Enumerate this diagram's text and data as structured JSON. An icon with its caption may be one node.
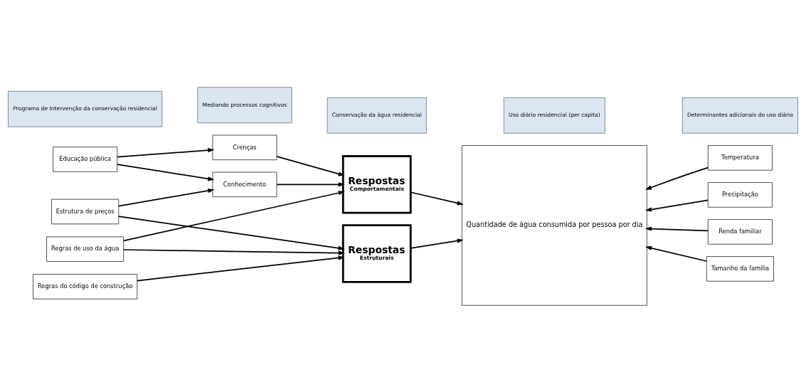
{
  "diagram": {
    "nodes": [
      {
        "text": [
          "Programa de Intervenção da conservação residencial"
        ]
      },
      {
        "text": [
          "Mediando processos cognitivos"
        ]
      },
      {
        "text": [
          "Conservação da água residencial"
        ]
      },
      {
        "text": [
          "Uso diário residencial (per capita)"
        ]
      },
      {
        "text": [
          "Determinantes adicionais do uso diário"
        ]
      },
      {
        "text": [
          "Educação pública"
        ]
      },
      {
        "text": [
          "Estrutura de preços"
        ]
      },
      {
        "text": [
          "Regras de uso da água"
        ]
      },
      {
        "text": [
          "Regras do código de construção"
        ]
      },
      {
        "text": [
          "Crenças"
        ]
      },
      {
        "text": [
          "Conhecimento"
        ]
      },
      {
        "text": [
          "Respostas",
          "Comportamentais"
        ]
      },
      {
        "text": [
          "Respostas",
          "Estruturais"
        ]
      },
      {
        "text": [
          "Quantidade de água consumida por pessoa por dia"
        ]
      },
      {
        "text": [
          "Temperatura"
        ]
      },
      {
        "text": [
          "Precipitação"
        ]
      },
      {
        "text": [
          "Renda familiar"
        ]
      },
      {
        "text": [
          "Tamanho da família"
        ]
      }
    ],
    "edges": [
      {
        "from": 5,
        "to": 9,
        "arrow": "to"
      },
      {
        "from": 5,
        "to": 10,
        "arrow": "to"
      },
      {
        "from": 6,
        "to": 10,
        "arrow": "to"
      },
      {
        "from": 6,
        "to": 12,
        "arrow": "to"
      },
      {
        "from": 7,
        "to": 11,
        "arrow": "to"
      },
      {
        "from": 7,
        "to": 12,
        "arrow": "to"
      },
      {
        "from": 8,
        "to": 12,
        "arrow": "to"
      },
      {
        "from": 9,
        "to": 11,
        "arrow": "to"
      },
      {
        "from": 10,
        "to": 11,
        "arrow": "to"
      },
      {
        "from": 11,
        "to": 13,
        "arrow": "to"
      },
      {
        "from": 12,
        "to": 13,
        "arrow": "to"
      },
      {
        "from": 14,
        "to": 13,
        "arrow": "to"
      },
      {
        "from": 15,
        "to": 13,
        "arrow": "to"
      },
      {
        "from": 16,
        "to": 13,
        "arrow": "to"
      },
      {
        "from": 17,
        "to": 13,
        "arrow": "to"
      }
    ]
  }
}
